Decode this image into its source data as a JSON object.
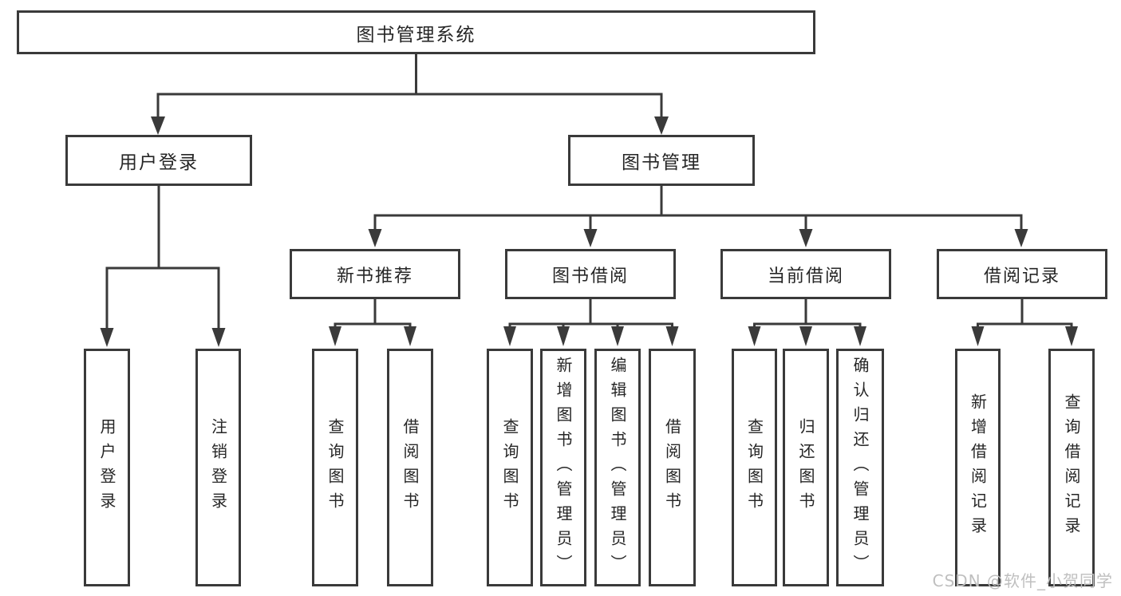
{
  "diagram": {
    "title_node": {
      "label": "图书管理系统"
    },
    "branches": [
      {
        "label": "用户登录",
        "children": [
          {
            "label": "用户登录"
          },
          {
            "label": "注销登录"
          }
        ]
      },
      {
        "label": "图书管理",
        "children": [
          {
            "label": "新书推荐",
            "children": [
              {
                "label": "查询图书"
              },
              {
                "label": "借阅图书"
              }
            ]
          },
          {
            "label": "图书借阅",
            "children": [
              {
                "label": "查询图书"
              },
              {
                "label": "新增图书（管理员）"
              },
              {
                "label": "编辑图书（管理员）"
              },
              {
                "label": "借阅图书"
              }
            ]
          },
          {
            "label": "当前借阅",
            "children": [
              {
                "label": "查询图书"
              },
              {
                "label": "归还图书"
              },
              {
                "label": "确认归还（管理员）"
              }
            ]
          },
          {
            "label": "借阅记录",
            "children": [
              {
                "label": "新增借阅记录"
              },
              {
                "label": "查询借阅记录"
              }
            ]
          }
        ]
      }
    ],
    "watermark": "CSDN @软件_小贺同学",
    "colors": {
      "line": "#3a3a3a",
      "text": "#262626",
      "watermark": "#bfbfbf",
      "background": "#ffffff"
    }
  }
}
